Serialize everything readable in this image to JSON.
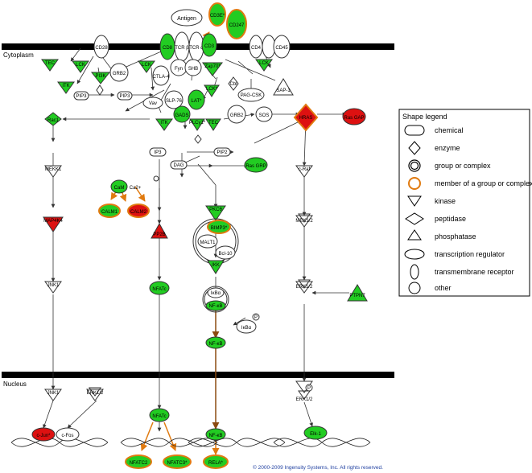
{
  "regions": {
    "cytoplasm": "Cytoplasm",
    "nucleus": "Nucleus"
  },
  "nodes": {
    "antigen": "Antigen",
    "cd3e": "CD3E*",
    "cd247": "CD247",
    "cd8": "CD8",
    "tcr_beta": "TCR β",
    "tcr_alpha": "TCR α",
    "cd3": "CD3",
    "cd4": "CD4",
    "cd45": "CD45",
    "cd28": "CD28",
    "tec_left": "TEC",
    "lck_left": "LCK",
    "itk_left": "ITK",
    "pi3k": "PI3K",
    "grb2_left": "GRB2",
    "pip3_a": "PIP3",
    "pip3_b": "PIP3",
    "lck_mid": "LCK",
    "ctla4": "CTLA-4",
    "fyn": "Fyn",
    "shb": "SHB",
    "zap70": "Zap70*",
    "cbl": "Cbl",
    "lck_star": "LCK*",
    "lck_right": "LCK",
    "sap1": "SAP-1",
    "pag_csk": "PAG-CSK",
    "vav": "Vav",
    "slp76": "SLP-76",
    "lat": "LAT*",
    "gads": "GADS",
    "itk_mid": "ITK",
    "plcy": "PLCγ1*",
    "tec_mid": "TEC",
    "grb2_mid": "GRB2",
    "sos": "SOS",
    "hras": "HRAS",
    "rasgap": "Ras GAP",
    "rac1": "Rac1",
    "ip3": "IP3",
    "pip2": "PIP2",
    "dag": "DAG",
    "rasgrp": "Ras GRP",
    "mekk1": "MEKK1",
    "cam": "CaM",
    "ca2": "Ca2+",
    "calm1": "CALM1",
    "calm2": "CALM2",
    "pkcq": "PKCθ",
    "craf": "c-Raf",
    "map4": "MAP4K4",
    "pp2b": "PP2B",
    "bimp3": "BIMP3*",
    "malt1": "MALT1",
    "bcl10": "Bcl-10",
    "mek12": "MEK1/2",
    "ikk": "IKK",
    "jnk1_a": "JNK1",
    "nfatc_a": "NFATc",
    "ikba": "IκBα",
    "nfkb_a": "NF-κB",
    "ikba_p": "IκBα",
    "erk12_a": "ERK1/2",
    "ptpn7": "PTPN7",
    "nfkb_b": "NF-κB",
    "jnk1_b": "JNK1",
    "erk12_b": "ERK1/2",
    "erk12_c": "ERK1/2",
    "cjun": "c-Jun*",
    "cfos": "c-Fos",
    "nfatc_b": "NFATc",
    "nfatc2": "NFATC2",
    "nfatc3": "NFATC3*",
    "nfkb_c": "NF-κB",
    "rela": "RELA*",
    "elk1": "Elk-1",
    "p_mark": "P"
  },
  "legend": {
    "title": "Shape legend",
    "items": [
      {
        "shape": "chemical",
        "label": "chemical"
      },
      {
        "shape": "enzyme",
        "label": "enzyme"
      },
      {
        "shape": "group",
        "label": "group or complex"
      },
      {
        "shape": "member",
        "label": "member of a group or complex"
      },
      {
        "shape": "kinase",
        "label": "kinase"
      },
      {
        "shape": "peptidase",
        "label": "peptidase"
      },
      {
        "shape": "phosphatase",
        "label": "phosphatase"
      },
      {
        "shape": "transcription",
        "label": "transcription regulator"
      },
      {
        "shape": "transmembrane",
        "label": "transmembrane receptor"
      },
      {
        "shape": "other",
        "label": "other"
      }
    ]
  },
  "copyright": "© 2000-2009 Ingenuity Systems, Inc. All rights reserved.",
  "colors": {
    "up": "#22cc22",
    "down": "#dd1111",
    "member_outline": "#e07a10",
    "membrane": "#000000",
    "edge": "#333333",
    "edge_highlight": "#e07a10",
    "edge_brown": "#8b4a10"
  }
}
